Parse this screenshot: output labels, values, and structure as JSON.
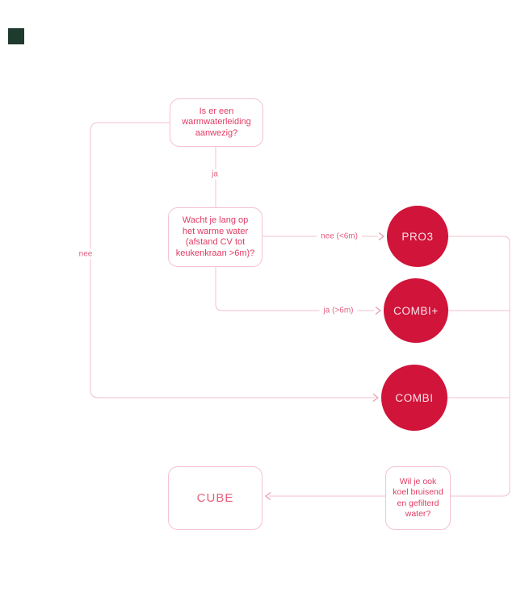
{
  "colors": {
    "background": "#ffffff",
    "corner_square": "#1e3b2e",
    "line": "#f3c0cc",
    "arrowhead": "#e899ac",
    "box_border": "#f5c3d0",
    "box_text": "#e23b63",
    "edge_label_text": "#e06080",
    "circle_fill": "#d0143a",
    "circle_text": "#fce4ea"
  },
  "flowchart": {
    "nodes": {
      "q1": {
        "label": "Is er een\nwarmwaterleiding\naanwezig?"
      },
      "q2": {
        "label": "Wacht je lang op\nhet warme water\n(afstand CV tot\nkeukenkraan >6m)?"
      },
      "q3": {
        "label": "Wil je ook\nkoel bruisend\nen gefilterd\nwater?"
      },
      "pro3": {
        "label": "PRO3"
      },
      "combiplus": {
        "label": "COMBI+"
      },
      "combi": {
        "label": "COMBI"
      },
      "cube": {
        "label": "CUBE"
      }
    },
    "edge_labels": {
      "ja": "ja",
      "nee": "nee",
      "nee_6m": "nee (<6m)",
      "ja_6m": "ja (>6m)"
    }
  }
}
